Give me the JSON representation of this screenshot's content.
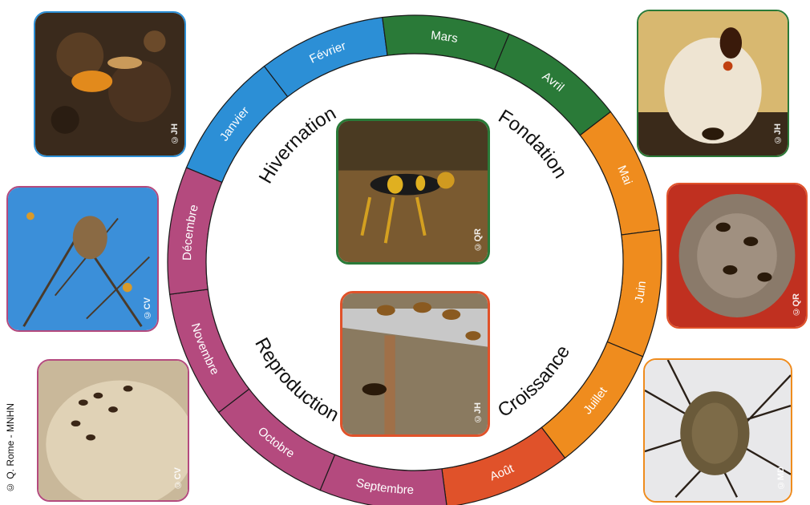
{
  "copyright": "© Q. Rome - MNHN",
  "months": [
    {
      "label": "Janvier",
      "start": -67.5,
      "end": -37.5,
      "color": "#2c8fd6"
    },
    {
      "label": "Février",
      "start": -37.5,
      "end": -7.5,
      "color": "#2c8fd6"
    },
    {
      "label": "Mars",
      "start": -7.5,
      "end": 22.5,
      "color": "#2a7a38"
    },
    {
      "label": "Avril",
      "start": 22.5,
      "end": 52.5,
      "color": "#2a7a38"
    },
    {
      "label": "Mai",
      "start": 52.5,
      "end": 82.5,
      "color": "#ef8c1e"
    },
    {
      "label": "Juin",
      "start": 82.5,
      "end": 112.5,
      "color": "#ef8c1e"
    },
    {
      "label": "Juillet",
      "start": 112.5,
      "end": 142.5,
      "color": "#ef8c1e"
    },
    {
      "label": "Août",
      "start": 142.5,
      "end": 172.5,
      "color": "#e0522a"
    },
    {
      "label": "Septembre",
      "start": 172.5,
      "end": 202.5,
      "color": "#b44a7e"
    },
    {
      "label": "Octobre",
      "start": 202.5,
      "end": 232.5,
      "color": "#b44a7e"
    },
    {
      "label": "Novembre",
      "start": 232.5,
      "end": 262.5,
      "color": "#b44a7e"
    },
    {
      "label": "Décembre",
      "start": 262.5,
      "end": 292.5,
      "color": "#b44a7e"
    }
  ],
  "phases": [
    {
      "label": "Hivernation",
      "mid": -45
    },
    {
      "label": "Fondation",
      "mid": 45
    },
    {
      "label": "Croissance",
      "mid": 135
    },
    {
      "label": "Reproduction",
      "mid": 225
    }
  ],
  "photos": [
    {
      "name": "photo-queen-hibernating",
      "credit": "©JH",
      "border": "#2c8fd6",
      "theme": "soil"
    },
    {
      "name": "photo-nest-in-tree",
      "credit": "©CV",
      "border": "#b44a7e",
      "theme": "sky"
    },
    {
      "name": "photo-nest-reproductives",
      "credit": "©CV",
      "border": "#b44a7e",
      "theme": "comb"
    },
    {
      "name": "photo-hornet-adult",
      "credit": "©QR",
      "border": "#2a7a38",
      "theme": "hornet"
    },
    {
      "name": "photo-hornet-hunting",
      "credit": "©JH",
      "border": "#e0522a",
      "theme": "hive"
    },
    {
      "name": "photo-founding-nest",
      "credit": "©JH",
      "border": "#2a7a38",
      "theme": "nestsmall"
    },
    {
      "name": "photo-nest-cells",
      "credit": "©QR",
      "border": "#e0522a",
      "theme": "comb2"
    },
    {
      "name": "photo-nest-branches",
      "credit": "©MD",
      "border": "#ef8c1e",
      "theme": "branches"
    }
  ]
}
